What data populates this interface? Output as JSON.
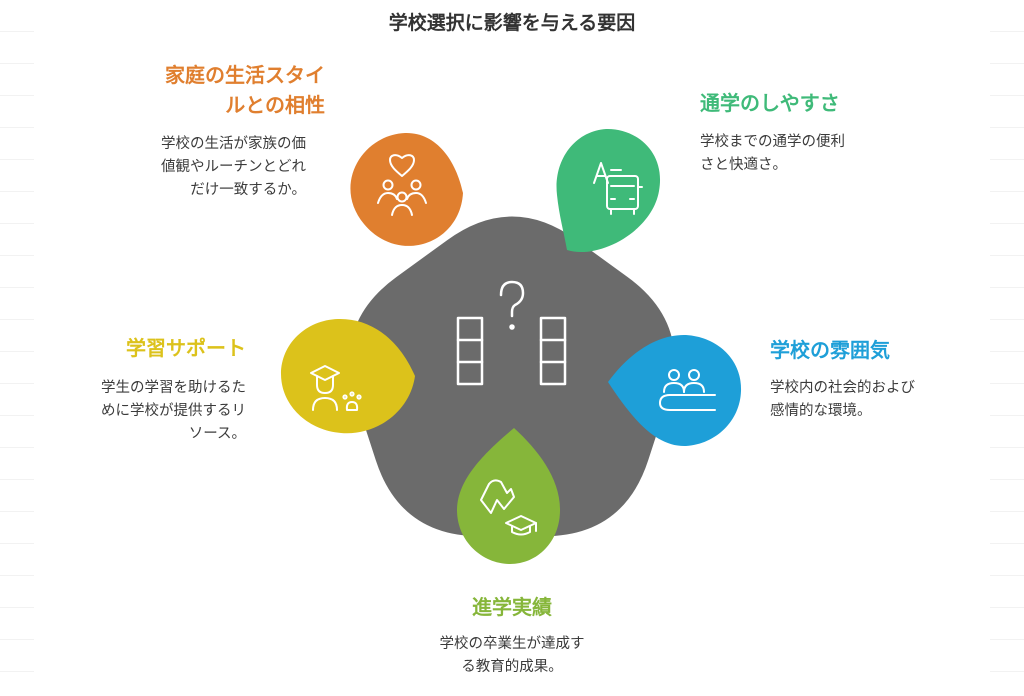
{
  "title": "学校選択に影響を与える要因",
  "colors": {
    "center": "#6b6b6b",
    "lifestyle": "#e07f2f",
    "commute": "#3fba79",
    "atmosphere": "#1e9fd8",
    "results": "#86b63a",
    "support": "#dcc21b",
    "text": "#3b3b3b"
  },
  "center": {
    "icon": "question-and-comparison-icon",
    "question_mark": "?"
  },
  "factors": {
    "lifestyle": {
      "heading_line1": "家庭の生活スタイ",
      "heading_line2": "ルとの相性",
      "desc_line1": "学校の生活が家族の価",
      "desc_line2": "値観やルーチンとどれ",
      "desc_line3": "だけ一致するか。",
      "icon": "family-heart-icon"
    },
    "commute": {
      "heading": "通学のしやすさ",
      "desc_line1": "学校までの通学の便利",
      "desc_line2": "さと快適さ。",
      "icon": "school-bus-icon"
    },
    "atmosphere": {
      "heading": "学校の雰囲気",
      "desc_line1": "学校内の社会的および",
      "desc_line2": "感情的な環境。",
      "icon": "students-at-desk-icon"
    },
    "results": {
      "heading": "進学実績",
      "desc_line1": "学校の卒業生が達成す",
      "desc_line2": "る教育的成果。",
      "icon": "graduate-success-icon"
    },
    "support": {
      "heading": "学習サポート",
      "desc_line1": "学生の学習を助けるた",
      "desc_line2": "めに学校が提供するリ",
      "desc_line3": "ソース。",
      "icon": "student-support-icon"
    }
  }
}
